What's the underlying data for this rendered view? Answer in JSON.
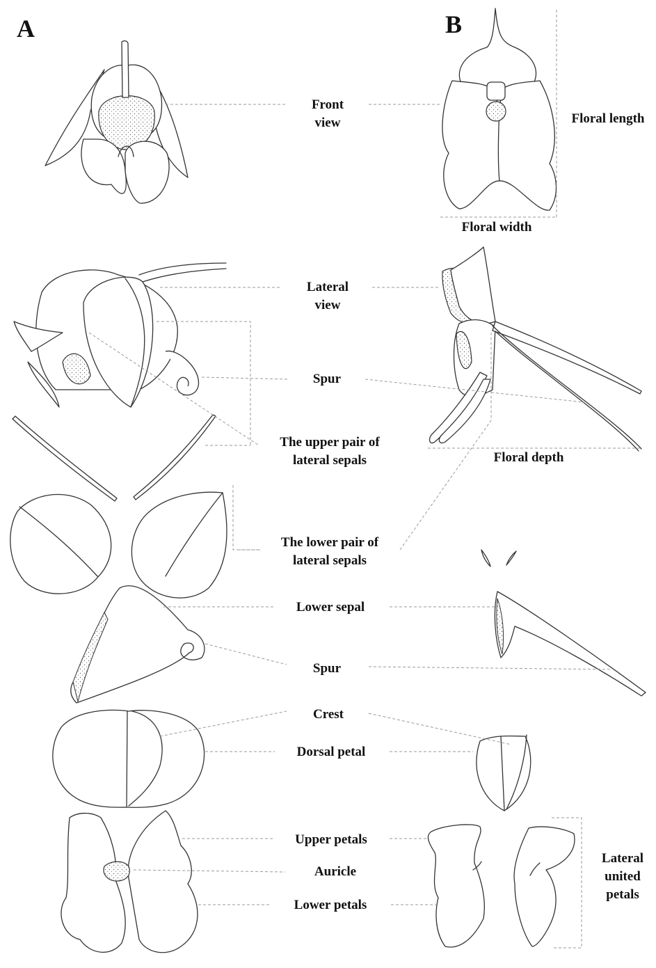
{
  "panels": {
    "a": "A",
    "b": "B"
  },
  "labels": {
    "front_view": [
      "Front",
      "view"
    ],
    "lateral_view": [
      "Lateral",
      "view"
    ],
    "spur_top": "Spur",
    "upper_pair": [
      "The upper pair of",
      "lateral sepals"
    ],
    "lower_pair": [
      "The lower pair of",
      "lateral sepals"
    ],
    "lower_sepal": "Lower sepal",
    "spur_bottom": "Spur",
    "crest": "Crest",
    "dorsal_petal": "Dorsal petal",
    "upper_petals": "Upper petals",
    "auricle": "Auricle",
    "lower_petals": "Lower petals",
    "floral_length": "Floral length",
    "floral_width": "Floral width",
    "floral_depth": "Floral depth",
    "lateral_united": [
      "Lateral",
      "united",
      "petals"
    ]
  }
}
